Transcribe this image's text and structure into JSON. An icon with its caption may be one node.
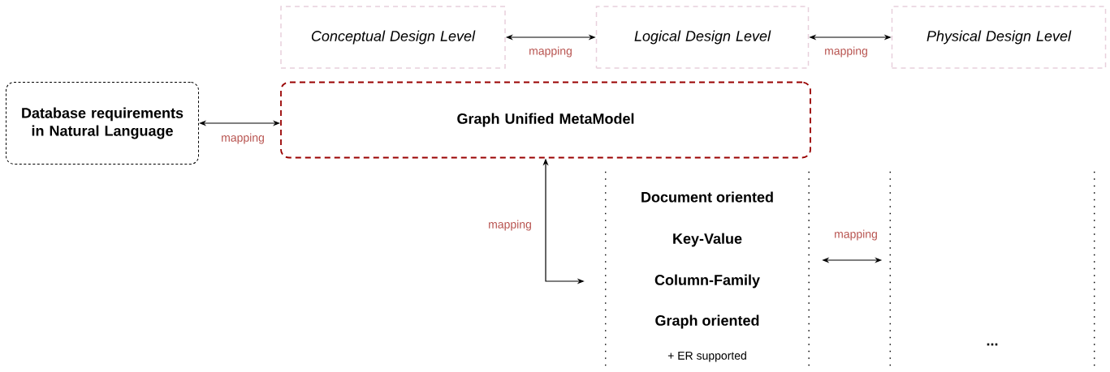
{
  "diagram": {
    "nodes": [
      {
        "text": [
          "Conceptual Design Level"
        ]
      },
      {
        "text": [
          "Logical Design Level"
        ]
      },
      {
        "text": [
          "Physical Design Level"
        ]
      },
      {
        "text": [
          "Database requirements in Natural Language"
        ]
      },
      {
        "text": [
          "Graph Unified MetaModel"
        ]
      },
      {
        "text": [
          "Document oriented",
          "Key-Value",
          "Column-Family",
          "Graph oriented",
          "+ ER supported"
        ]
      },
      {
        "text": [
          "..."
        ]
      }
    ],
    "edges": [
      {
        "from": 0,
        "to": 1,
        "arrow": "both",
        "label": "mapping"
      },
      {
        "from": 1,
        "to": 2,
        "arrow": "both",
        "label": "mapping"
      },
      {
        "from": 3,
        "to": 4,
        "arrow": "both",
        "label": "mapping"
      },
      {
        "from": 4,
        "to": 5,
        "arrow": "both",
        "label": "mapping"
      },
      {
        "from": 5,
        "to": 6,
        "arrow": "both",
        "label": "mapping"
      }
    ]
  }
}
